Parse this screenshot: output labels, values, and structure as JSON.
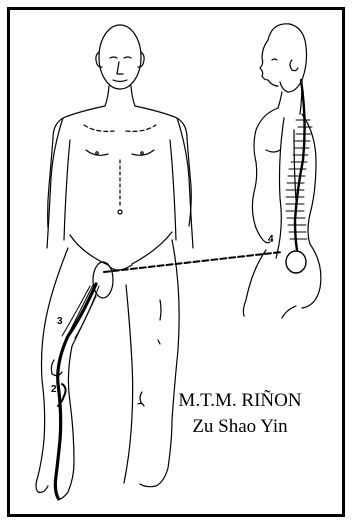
{
  "caption": {
    "title": "M.T.M. RIÑON",
    "subtitle": "Zu Shao Yin"
  },
  "points": {
    "p2": "2",
    "p3": "3",
    "p4": "4"
  },
  "colors": {
    "line": "#000000",
    "background": "#ffffff"
  }
}
